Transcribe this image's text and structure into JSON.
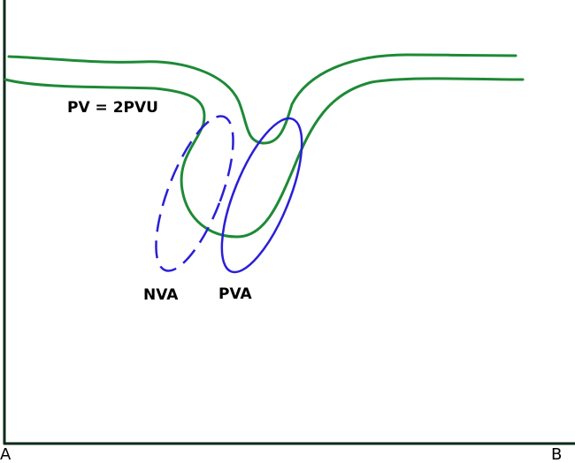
{
  "labels": {
    "pv_contour": "PV = 2PVU",
    "nva": "NVA",
    "pva": "PVA",
    "corner_left": "A",
    "corner_right": "B"
  },
  "colors": {
    "axis": "#0b2a1a",
    "pv_line": "#1e8a36",
    "nva_line": "#2a1fd6",
    "pva_line": "#2a1fd6",
    "text": "#000000"
  },
  "line_styles": {
    "nva": "dashed",
    "pva": "solid"
  }
}
